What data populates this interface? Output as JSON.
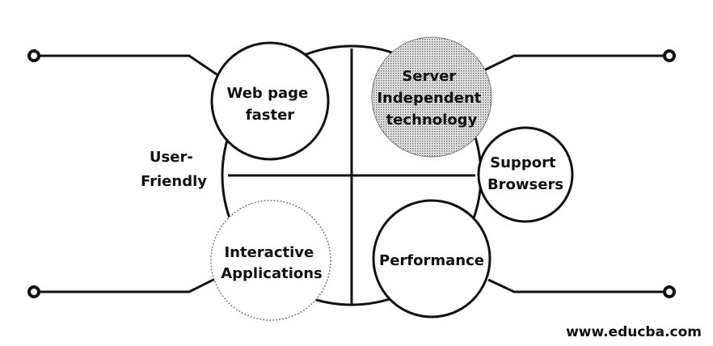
{
  "diagram": {
    "center_label": [
      "User-",
      "Friendly"
    ],
    "nodes": [
      {
        "id": "web-page-faster",
        "lines": [
          "Web page",
          "faster"
        ],
        "style": "solid"
      },
      {
        "id": "server-independent-technology",
        "lines": [
          "Server",
          "Independent",
          "technology"
        ],
        "style": "dotted-fill"
      },
      {
        "id": "support-browsers",
        "lines": [
          "Support",
          "Browsers"
        ],
        "style": "solid"
      },
      {
        "id": "interactive-applications",
        "lines": [
          "Interactive",
          "Applications"
        ],
        "style": "dotted-outline"
      },
      {
        "id": "performance",
        "lines": [
          "Performance"
        ],
        "style": "solid"
      }
    ]
  },
  "footer": {
    "website": "www.educba.com"
  },
  "colors": {
    "line": "#111111",
    "background": "#ffffff"
  }
}
